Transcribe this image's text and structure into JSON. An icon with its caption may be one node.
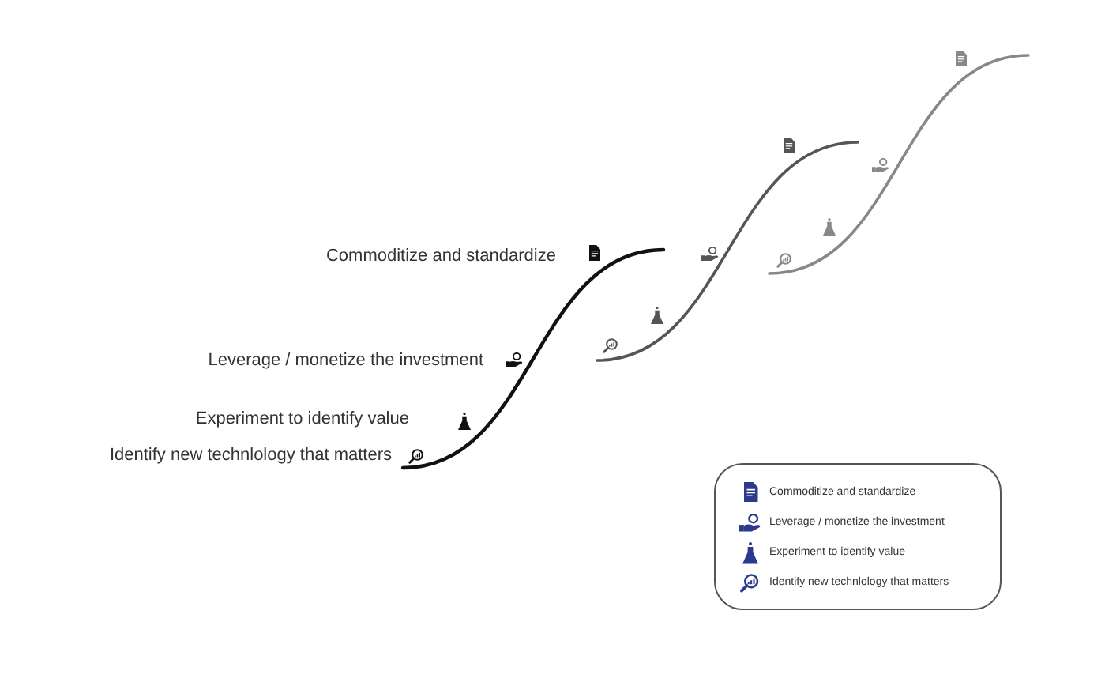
{
  "diagram": {
    "labels": [
      "Commoditize and standardize",
      "Leverage / monetize the investment",
      "Experiment to identify value",
      "Identify new technlology that matters"
    ],
    "legend": [
      {
        "text": "Commoditize and standardize"
      },
      {
        "text": "Leverage / monetize the investment"
      },
      {
        "text": "Experiment to identify value"
      },
      {
        "text": "Identify new technlology that matters"
      }
    ]
  }
}
